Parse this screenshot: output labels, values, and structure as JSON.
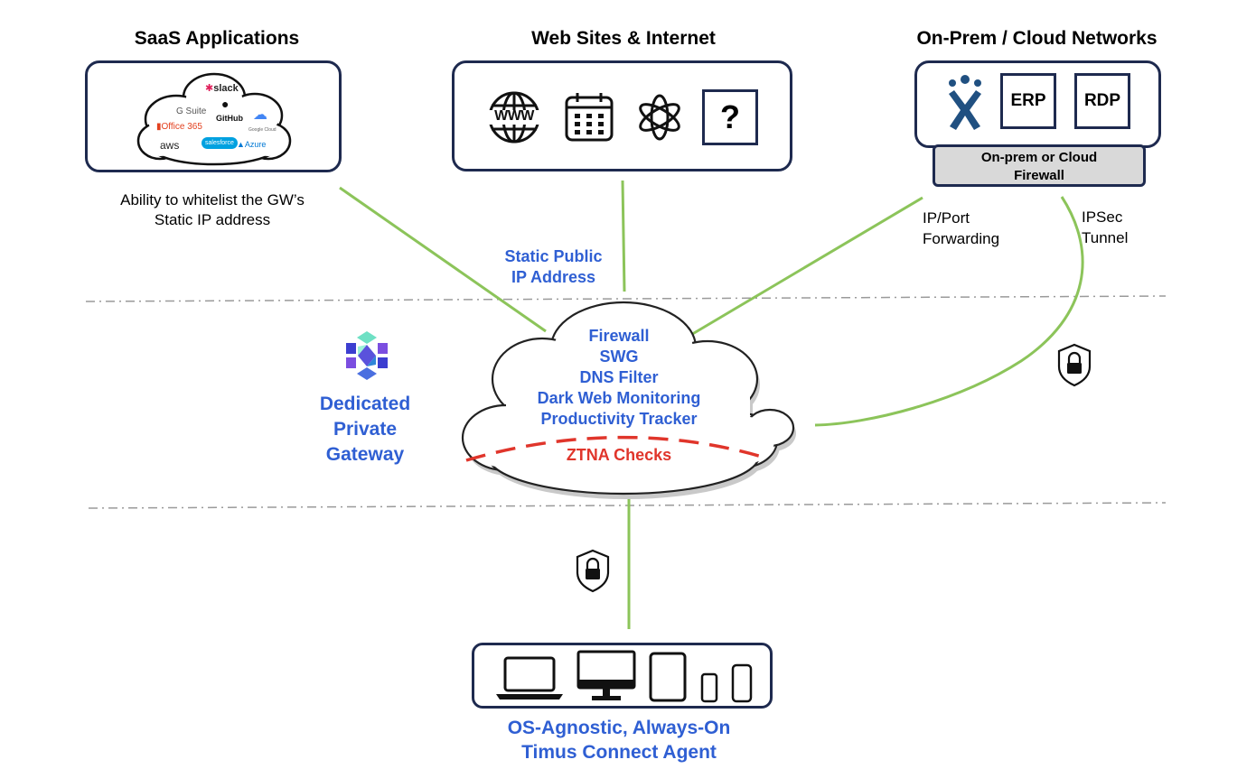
{
  "headings": {
    "saas": "SaaS Applications",
    "web": "Web Sites & Internet",
    "onprem": "On-Prem / Cloud Networks"
  },
  "saas_logos": {
    "slack": "slack",
    "gsuite": "G Suite",
    "github": "GitHub",
    "office365": "Office 365",
    "googlecloud": "Google Cloud",
    "aws": "aws",
    "salesforce": "salesforce",
    "azure": "Azure"
  },
  "saas_caption": [
    "Ability to whitelist the GW’s",
    "Static IP address"
  ],
  "web_icons": {
    "www": "WWW",
    "unknown": "?"
  },
  "onprem_icons": {
    "erp": "ERP",
    "rdp": "RDP"
  },
  "firewall_label": [
    "On-prem or Cloud",
    "Firewall"
  ],
  "links": {
    "ip_port": [
      "IP/Port",
      "Forwarding"
    ],
    "ipsec": [
      "IPSec",
      "Tunnel"
    ],
    "static_ip": [
      "Static Public",
      "IP Address"
    ]
  },
  "gateway_label": [
    "Dedicated",
    "Private",
    "Gateway"
  ],
  "cloud_services": [
    "Firewall",
    "SWG",
    "DNS Filter",
    "Dark Web Monitoring",
    "Productivity Tracker"
  ],
  "ztna_label": "ZTNA Checks",
  "agent_label": [
    "OS-Agnostic, Always-On",
    "Timus Connect Agent"
  ],
  "colors": {
    "link_green": "#8cc45a",
    "label_blue": "#2f5fd3",
    "ztna_red": "#e0352b",
    "box_navy": "#1e2a4f",
    "firewall_gray": "#d9d9d9"
  }
}
